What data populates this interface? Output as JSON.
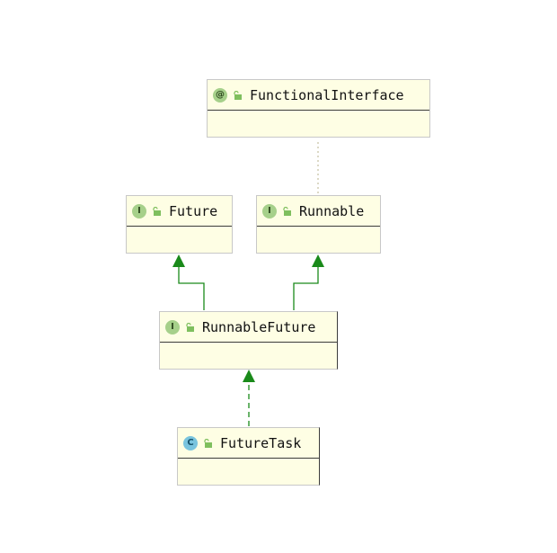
{
  "nodes": {
    "functional_interface": {
      "badge": "@",
      "name": "FunctionalInterface"
    },
    "future": {
      "badge": "I",
      "name": "Future"
    },
    "runnable": {
      "badge": "I",
      "name": "Runnable"
    },
    "runnable_future": {
      "badge": "I",
      "name": "RunnableFuture"
    },
    "future_task": {
      "badge": "C",
      "name": "FutureTask"
    }
  },
  "colors": {
    "arrow": "#1a8a1a",
    "annotation_link": "#b9b38e"
  }
}
